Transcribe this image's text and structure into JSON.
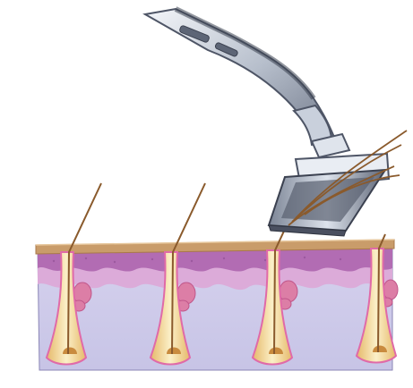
{
  "illustration": {
    "subject": "razor-blade-over-skin-cross-section",
    "colors": {
      "background": "#ffffff",
      "dermis": "#cfcde9",
      "epidermis_purple": "#b06ab0",
      "epidermis_light": "#d9a6d6",
      "skin_surface": "#c89a68",
      "follicle": "#f0dca6",
      "follicle_edge": "#d9a14b",
      "gland": "#dc7ea6",
      "hair": "#8a5a2c",
      "metal_light": "#e7ecf4",
      "metal_mid": "#a3adbc",
      "metal_dark": "#5d6576"
    },
    "follicle_count": 4,
    "cut_hair_count": 4
  }
}
